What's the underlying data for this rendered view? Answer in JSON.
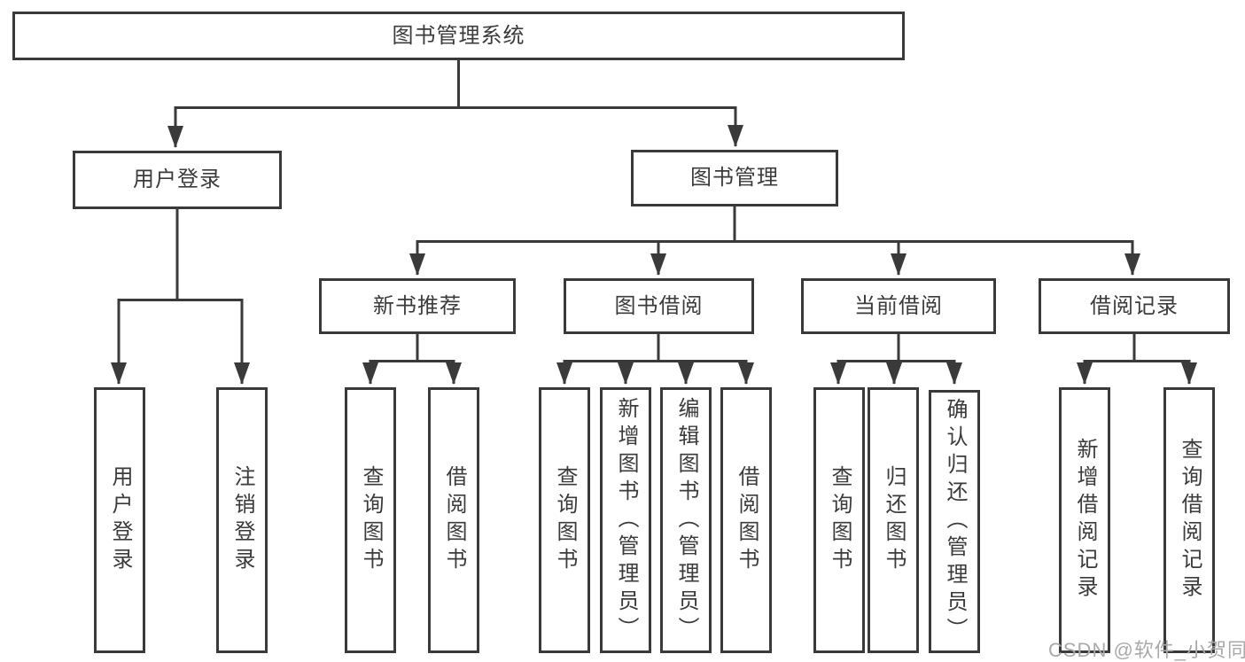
{
  "diagram": {
    "root": {
      "label": "图书管理系统"
    },
    "branches": [
      {
        "label": "用户登录",
        "children": [
          {
            "label": "用户登录"
          },
          {
            "label": "注销登录"
          }
        ]
      },
      {
        "label": "图书管理",
        "children": [
          {
            "label": "新书推荐",
            "children": [
              {
                "label": "查询图书"
              },
              {
                "label": "借阅图书"
              }
            ]
          },
          {
            "label": "图书借阅",
            "children": [
              {
                "label": "查询图书"
              },
              {
                "label": "新增图书（管理员）"
              },
              {
                "label": "编辑图书（管理员）"
              },
              {
                "label": "借阅图书"
              }
            ]
          },
          {
            "label": "当前借阅",
            "children": [
              {
                "label": "查询图书"
              },
              {
                "label": "归还图书"
              },
              {
                "label": "确认归还（管理员）"
              }
            ]
          },
          {
            "label": "借阅记录",
            "children": [
              {
                "label": "新增借阅记录"
              },
              {
                "label": "查询借阅记录"
              }
            ]
          }
        ]
      }
    ]
  },
  "watermark": {
    "text": "CSDN @软件_小贺同学"
  },
  "colors": {
    "line": "#3a3a3a",
    "text": "#3b3b3b",
    "node_fill": "#ffffff",
    "background": "#ffffff",
    "watermark_text": "#a9a9a9"
  }
}
